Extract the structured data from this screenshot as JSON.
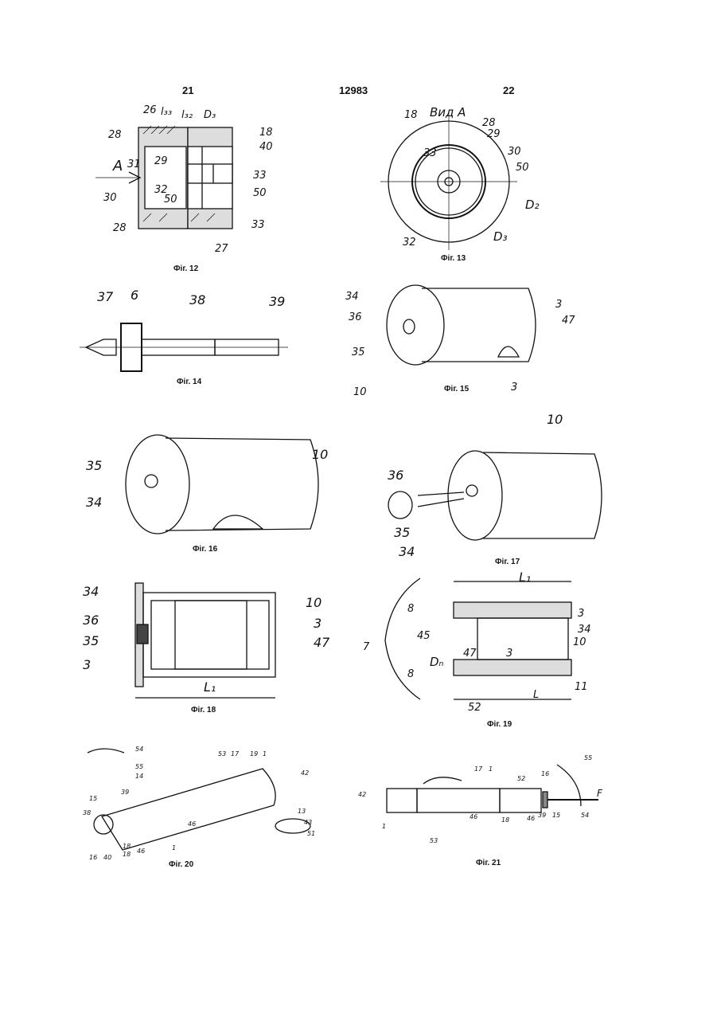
{
  "header": {
    "left_page": "21",
    "patent_number": "12983",
    "right_page": "22"
  },
  "fig12": {
    "caption": "Фіг. 12",
    "labels": [
      "26",
      "l₃₃",
      "l₃₂",
      "D₃",
      "28",
      "18",
      "40",
      "A",
      "31",
      "29",
      "33",
      "30",
      "32",
      "50",
      "50",
      "28",
      "33",
      "27"
    ]
  },
  "fig13": {
    "caption": "Фіг. 13",
    "view": "Вид A",
    "labels": [
      "18",
      "28",
      "29",
      "30",
      "33",
      "50",
      "D₂",
      "D₃",
      "32"
    ]
  },
  "fig14": {
    "caption": "Фіг. 14",
    "labels": [
      "37",
      "6",
      "38",
      "39"
    ]
  },
  "fig15": {
    "caption": "Фіг. 15",
    "labels": [
      "34",
      "36",
      "35",
      "10",
      "3",
      "47",
      "3"
    ]
  },
  "fig16": {
    "caption": "Фіг. 16",
    "labels": [
      "35",
      "34",
      "10"
    ]
  },
  "fig17": {
    "caption": "Фіг. 17",
    "labels": [
      "36",
      "10",
      "35",
      "34"
    ]
  },
  "fig18": {
    "caption": "Фіг. 18",
    "labels": [
      "34",
      "36",
      "35",
      "3",
      "10",
      "3",
      "47",
      "L₁"
    ]
  },
  "fig19": {
    "caption": "Фіг. 19",
    "labels": [
      "L₁",
      "8",
      "3",
      "34",
      "7",
      "45",
      "Dₙ",
      "47",
      "3",
      "10",
      "8",
      "11",
      "L",
      "52"
    ]
  },
  "fig20": {
    "caption": "Фіг. 20",
    "labels": [
      "54",
      "55",
      "14",
      "39",
      "15",
      "38",
      "53",
      "17",
      "19",
      "1",
      "42",
      "13",
      "43",
      "51",
      "46",
      "18",
      "16",
      "40",
      "18",
      "46",
      "1"
    ]
  },
  "fig21": {
    "caption": "Фіг. 21",
    "labels": [
      "42",
      "17",
      "1",
      "52",
      "16",
      "55",
      "F",
      "1",
      "53",
      "46",
      "18",
      "46",
      "39",
      "15",
      "54"
    ]
  }
}
